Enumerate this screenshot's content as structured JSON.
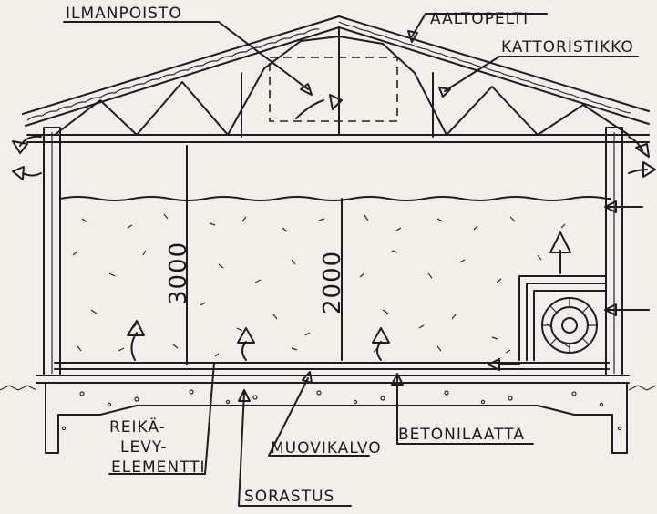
{
  "labels": {
    "ilmanpoisto": "ILMANPOISTO",
    "aaltopelti": "AALTOPELTI",
    "kattoristikko": "KATTORISTIKKO",
    "reika": "REIKÄ-",
    "levy": "LEVY-",
    "elementti": "ELEMENTTI",
    "muovikalvo": "MUOVIKALVO",
    "betonilaatta": "BETONILAATTA",
    "sorastus": "SORASTUS"
  },
  "dimensions": {
    "height_3000": "3000",
    "height_2000": "2000"
  },
  "icons": [
    "air-flow-arrow-icon",
    "fan-icon"
  ],
  "colors": {
    "ink": "#1d1d1d",
    "paper": "#f1efe9"
  }
}
